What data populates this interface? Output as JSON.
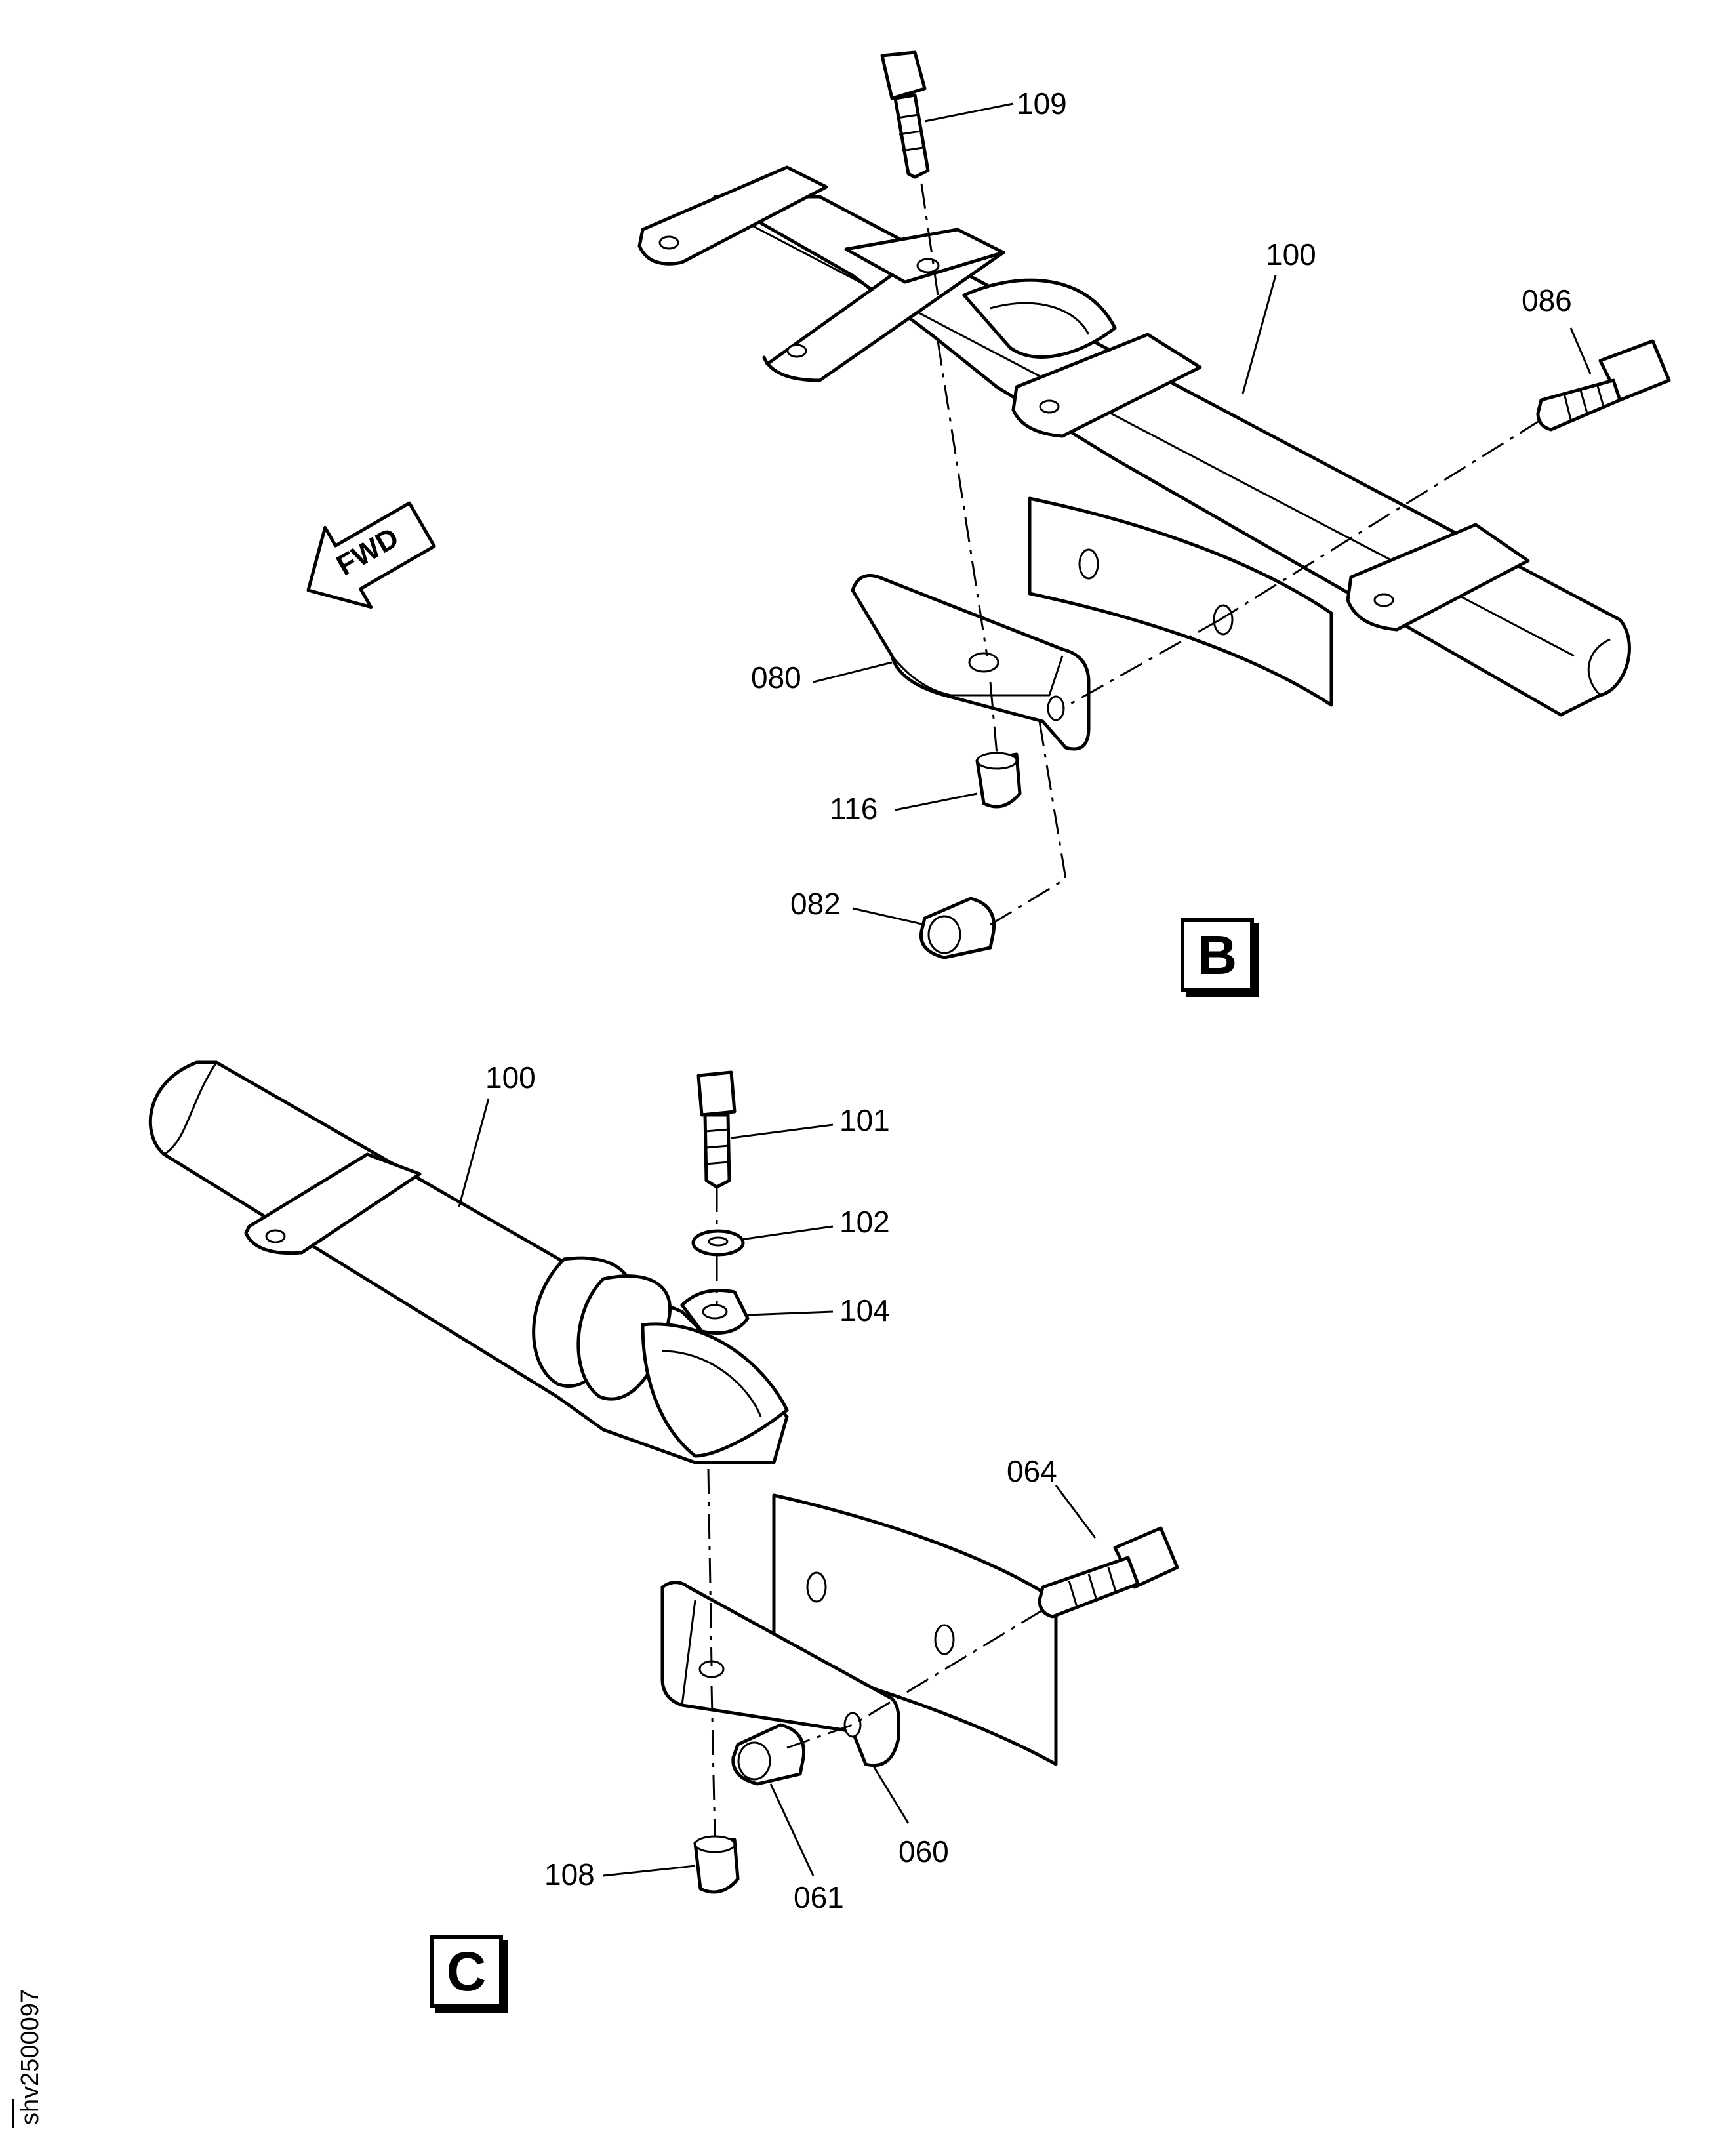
{
  "figure": {
    "drawing_id": "shv2500097",
    "fwd_label": "FWD",
    "views": [
      {
        "label": "B"
      },
      {
        "label": "C"
      }
    ],
    "callouts_b": [
      "109",
      "100",
      "086",
      "080",
      "116",
      "082"
    ],
    "callouts_c": [
      "100",
      "101",
      "102",
      "104",
      "064",
      "060",
      "061",
      "108"
    ]
  }
}
